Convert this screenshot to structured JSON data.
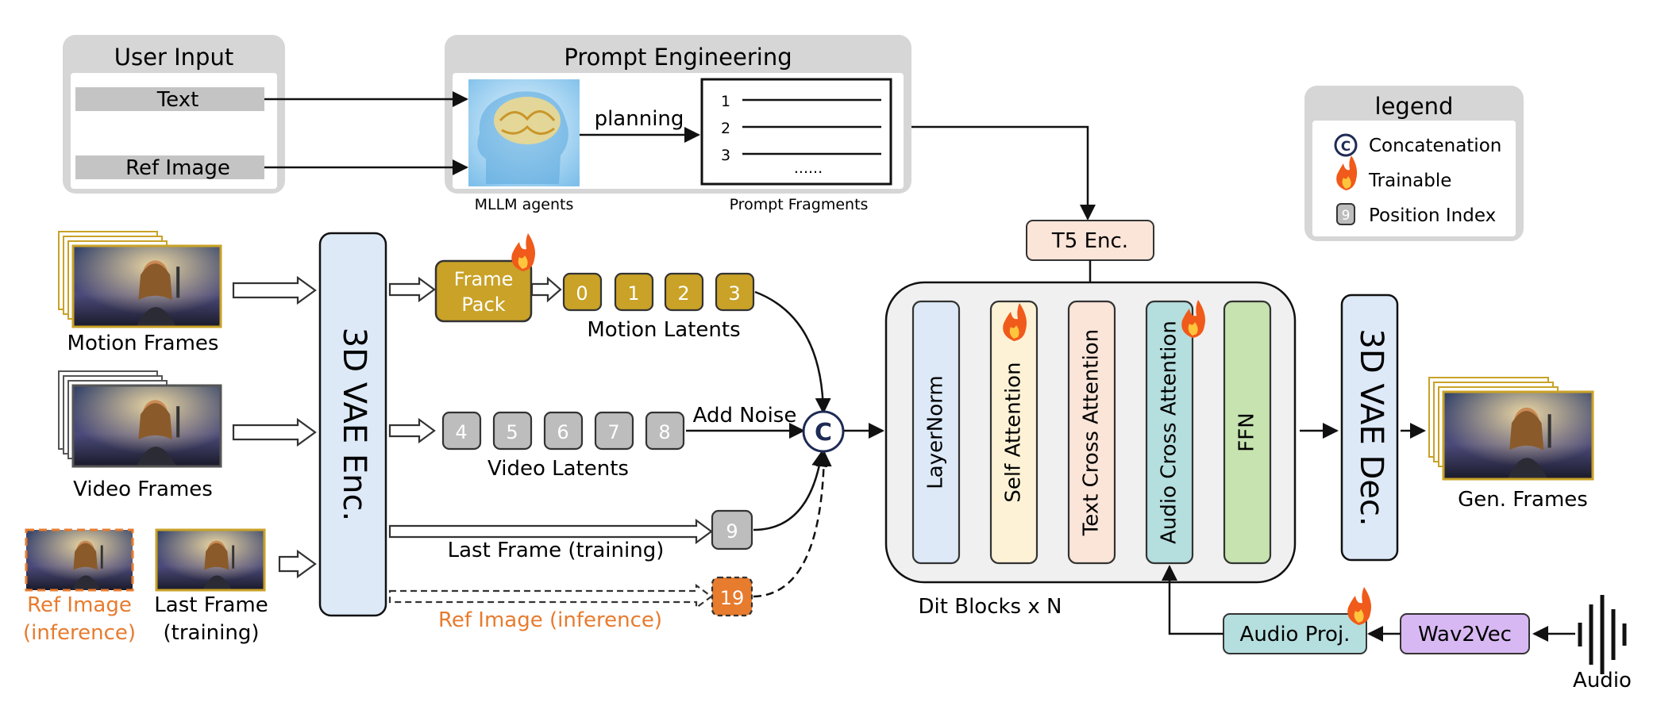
{
  "user_input": {
    "title": "User Input",
    "text_label": "Text",
    "ref_image_label": "Ref Image"
  },
  "prompt_engineering": {
    "title": "Prompt Engineering",
    "planning_label": "planning",
    "agents_caption": "MLLM agents",
    "fragments_caption": "Prompt Fragments",
    "fragment_numbers": [
      "1",
      "2",
      "3"
    ],
    "fragment_ellipsis": "......"
  },
  "legend": {
    "title": "legend",
    "concat_symbol": "C",
    "concat_label": "Concatenation",
    "trainable_label": "Trainable",
    "position_symbol": "9",
    "position_label": "Position Index"
  },
  "inputs": {
    "motion_frames": "Motion Frames",
    "video_frames": "Video Frames",
    "ref_image_inference": [
      "Ref Image",
      "(inference)"
    ],
    "last_frame_training": [
      "Last Frame",
      "(training)"
    ]
  },
  "encoder": {
    "label": "3D VAE Enc."
  },
  "frame_pack": {
    "lines": [
      "Frame",
      "Pack"
    ]
  },
  "motion_latents": {
    "indices": [
      "0",
      "1",
      "2",
      "3"
    ],
    "caption": "Motion Latents"
  },
  "video_latents": {
    "indices": [
      "4",
      "5",
      "6",
      "7",
      "8"
    ],
    "caption": "Video Latents"
  },
  "add_noise_label": "Add Noise",
  "last_frame": {
    "index": "9",
    "caption": "Last Frame (training)"
  },
  "ref_image": {
    "index": "19",
    "caption": "Ref Image (inference)"
  },
  "concat_symbol": "C",
  "t5_label": "T5 Enc.",
  "dit": {
    "caption": "Dit Blocks x N",
    "blocks": [
      "LayerNorm",
      "Self Attention",
      "Text Cross Attention",
      "Audio Cross Attention",
      "FFN"
    ]
  },
  "decoder": {
    "label": "3D VAE Dec."
  },
  "gen_frames": "Gen. Frames",
  "audio_proj": "Audio Proj.",
  "wav2vec": "Wav2Vec",
  "audio": "Audio",
  "colors": {
    "vae": "#dde9f7",
    "gold": "#c9a227",
    "latent_gray": "#bdbdbd",
    "orange": "#e77b2e",
    "t5": "#fbe4d8",
    "layernorm": "#dde9f7",
    "self_attn": "#fdf2d6",
    "text_attn": "#fbe4d8",
    "audio_attn": "#b5dede",
    "ffn": "#c6e3b0",
    "wav2vec": "#d8b8f2",
    "audio_proj": "#b5dede"
  }
}
